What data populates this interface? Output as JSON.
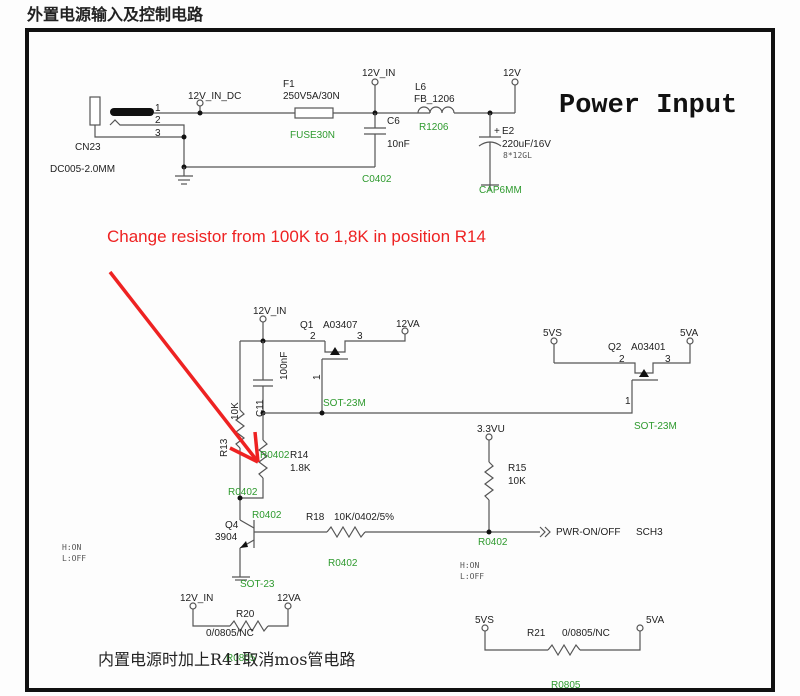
{
  "page": {
    "title": "外置电源输入及控制电路",
    "heading": "Power Input",
    "annotation": "Change resistor from 100K to 1,8K in position R14",
    "footer_note": "内置电源时加上R41取消mos管电路",
    "annotation_color": "#ee2222"
  },
  "connector": {
    "ref": "CN23",
    "part": "DC005-2.0MM",
    "pins": [
      "1",
      "2",
      "3"
    ]
  },
  "nets": {
    "v12_in_dc": "12V_IN_DC",
    "v12_in": "12V_IN",
    "v12": "12V",
    "v12a": "12VA",
    "v5s": "5VS",
    "v5a": "5VA",
    "v33u": "3.3VU",
    "pwr": "PWR-ON/OFF",
    "pwr_sheet": "SCH3"
  },
  "components": {
    "f1": {
      "ref": "F1",
      "value": "250V5A/30N",
      "footprint": "FUSE30N"
    },
    "c6": {
      "ref": "C6",
      "value": "10nF",
      "footprint": "C0402"
    },
    "l6": {
      "ref": "L6",
      "value": "FB_1206",
      "footprint": "R1206"
    },
    "e2": {
      "ref": "E2",
      "polarity": "+",
      "value": "220uF/16V",
      "size": "8*12GL",
      "footprint": "CAP6MM"
    },
    "q1": {
      "ref": "Q1",
      "value": "A03407",
      "footprint": "SOT-23M",
      "pins": [
        "1",
        "2",
        "3"
      ]
    },
    "q2": {
      "ref": "Q2",
      "value": "A03401",
      "footprint": "SOT-23M",
      "pins": [
        "1",
        "2",
        "3"
      ]
    },
    "c11": {
      "ref": "C11",
      "value": "100nF"
    },
    "r13": {
      "ref": "R13",
      "value": "10K",
      "footprint": "R0402"
    },
    "r14": {
      "ref": "R14",
      "value": "1.8K",
      "footprint": "R0402"
    },
    "r15": {
      "ref": "R15",
      "value": "10K",
      "footprint": "R0402"
    },
    "r18": {
      "ref": "R18",
      "value": "10K/0402/5%",
      "footprint": "R0402"
    },
    "q4": {
      "ref": "Q4",
      "value": "3904",
      "footprint": "SOT-23",
      "base_footprint_label": "R0402"
    },
    "r20": {
      "ref": "R20",
      "value": "0/0805/NC",
      "footprint": "R0805"
    },
    "r21": {
      "ref": "R21",
      "value": "0/0805/NC",
      "footprint": "R0805"
    }
  },
  "logic_notes": {
    "h": "H:ON",
    "l": "L:OFF"
  }
}
